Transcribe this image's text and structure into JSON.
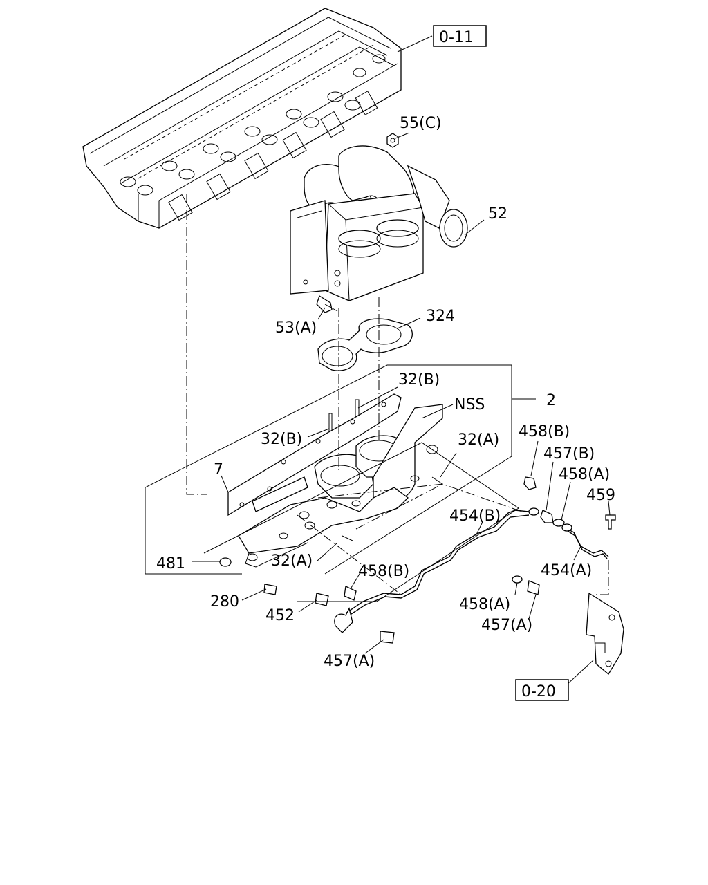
{
  "labels": {
    "ref_0_11": "0-11",
    "ref_0_20": "0-20",
    "p55c": "55(C)",
    "p52": "52",
    "p53a": "53(A)",
    "p324": "324",
    "p32b_top": "32(B)",
    "p2": "2",
    "pnss": "NSS",
    "p32b_left": "32(B)",
    "p32a_right": "32(A)",
    "p458b_right": "458(B)",
    "p457b": "457(B)",
    "p458a_right": "458(A)",
    "p459": "459",
    "p7": "7",
    "p454b": "454(B)",
    "p481": "481",
    "p32a_bottom": "32(A)",
    "p454a": "454(A)",
    "p458b_mid": "458(B)",
    "p280": "280",
    "p452": "452",
    "p458a_low": "458(A)",
    "p457a_right": "457(A)",
    "p457a_bottom": "457(A)"
  }
}
